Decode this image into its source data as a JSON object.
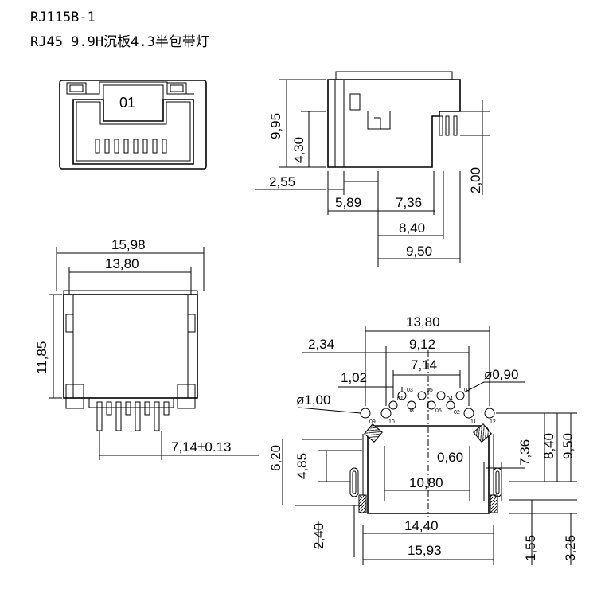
{
  "title": {
    "part_number": "RJ115B-1",
    "description": "RJ45 9.9H沉板4.3半包带灯"
  },
  "front_view": {
    "label": "01"
  },
  "side_view": {
    "dims": [
      "9,95",
      "4,30",
      "2,00",
      "2,55",
      "5,89",
      "7,36",
      "8,40",
      "9,50"
    ]
  },
  "rear_view": {
    "dims": [
      "15,98",
      "13,80",
      "11,85",
      "7,14±0.13"
    ]
  },
  "footprint": {
    "dims": [
      "13,80",
      "2,34",
      "9,12",
      "1,02",
      "7,14",
      "ø0,90",
      "ø1,00",
      "6,20",
      "4,85",
      "0,60",
      "7,36",
      "8,40",
      "9,50",
      "10,80",
      "2,40",
      "14,40",
      "15,93",
      "1,55",
      "3,25"
    ],
    "pin_labels": [
      "09",
      "10",
      "01",
      "03",
      "05",
      "07",
      "08",
      "06",
      "04",
      "02",
      "11",
      "12"
    ]
  }
}
